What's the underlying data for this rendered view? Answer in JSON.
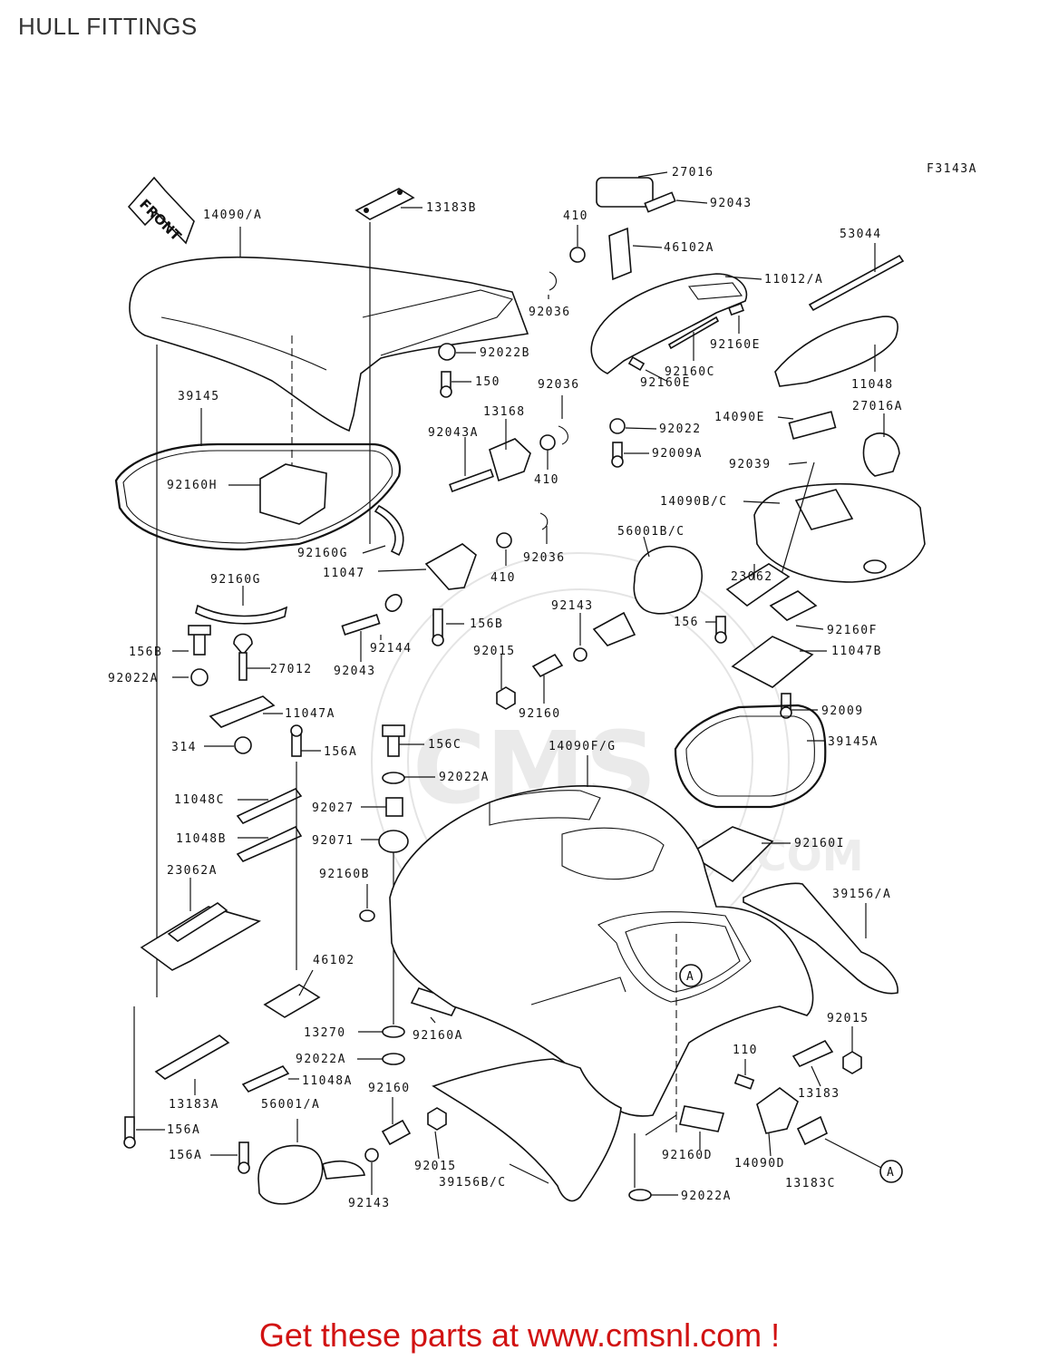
{
  "page": {
    "title": "HULL FITTINGS",
    "figure_code": "F3143A",
    "front_arrow_label": "FRONT",
    "footer_text": "Get these parts at www.cmsnl.com !",
    "colors": {
      "footer": "#d11212",
      "title": "#333333",
      "lines": "#111111"
    }
  },
  "parts": [
    {
      "id": "p-14090A",
      "label": "14090/A"
    },
    {
      "id": "p-13183B",
      "label": "13183B"
    },
    {
      "id": "p-27016",
      "label": "27016"
    },
    {
      "id": "p-92043-top",
      "label": "92043"
    },
    {
      "id": "p-410-top",
      "label": "410"
    },
    {
      "id": "p-46102A",
      "label": "46102A"
    },
    {
      "id": "p-53044",
      "label": "53044"
    },
    {
      "id": "p-11012A",
      "label": "11012/A"
    },
    {
      "id": "p-92036-a",
      "label": "92036"
    },
    {
      "id": "p-92022B",
      "label": "92022B"
    },
    {
      "id": "p-92160E-a",
      "label": "92160E"
    },
    {
      "id": "p-150",
      "label": "150"
    },
    {
      "id": "p-92160C",
      "label": "92160C"
    },
    {
      "id": "p-11048",
      "label": "11048"
    },
    {
      "id": "p-39145",
      "label": "39145"
    },
    {
      "id": "p-92036-b",
      "label": "92036"
    },
    {
      "id": "p-92160E-b",
      "label": "92160E"
    },
    {
      "id": "p-13168",
      "label": "13168"
    },
    {
      "id": "p-27016A",
      "label": "27016A"
    },
    {
      "id": "p-14090E",
      "label": "14090E"
    },
    {
      "id": "p-92043A",
      "label": "92043A"
    },
    {
      "id": "p-92022",
      "label": "92022"
    },
    {
      "id": "p-92009A",
      "label": "92009A"
    },
    {
      "id": "p-410-mid",
      "label": "410"
    },
    {
      "id": "p-92039",
      "label": "92039"
    },
    {
      "id": "p-92160H",
      "label": "92160H"
    },
    {
      "id": "p-14090BC",
      "label": "14090B/C"
    },
    {
      "id": "p-56001BC",
      "label": "56001B/C"
    },
    {
      "id": "p-92036-c",
      "label": "92036"
    },
    {
      "id": "p-92160G-a",
      "label": "92160G"
    },
    {
      "id": "p-23062",
      "label": "23062"
    },
    {
      "id": "p-410-low",
      "label": "410"
    },
    {
      "id": "p-11047",
      "label": "11047"
    },
    {
      "id": "p-92160G-b",
      "label": "92160G"
    },
    {
      "id": "p-92143-a",
      "label": "92143"
    },
    {
      "id": "p-92160F",
      "label": "92160F"
    },
    {
      "id": "p-156B-a",
      "label": "156B"
    },
    {
      "id": "p-156",
      "label": "156"
    },
    {
      "id": "p-156B-b",
      "label": "156B"
    },
    {
      "id": "p-92144",
      "label": "92144"
    },
    {
      "id": "p-92015-a",
      "label": "92015"
    },
    {
      "id": "p-11047B",
      "label": "11047B"
    },
    {
      "id": "p-92022A-a",
      "label": "92022A"
    },
    {
      "id": "p-27012",
      "label": "27012"
    },
    {
      "id": "p-92043-low",
      "label": "92043"
    },
    {
      "id": "p-92160",
      "label": "92160"
    },
    {
      "id": "p-92009",
      "label": "92009"
    },
    {
      "id": "p-11047A",
      "label": "11047A"
    },
    {
      "id": "p-314",
      "label": "314"
    },
    {
      "id": "p-156A-a",
      "label": "156A"
    },
    {
      "id": "p-14090FG",
      "label": "14090F/G"
    },
    {
      "id": "p-39145A",
      "label": "39145A"
    },
    {
      "id": "p-156C",
      "label": "156C"
    },
    {
      "id": "p-92022A-b",
      "label": "92022A"
    },
    {
      "id": "p-11048C",
      "label": "11048C"
    },
    {
      "id": "p-92027",
      "label": "92027"
    },
    {
      "id": "p-11048B",
      "label": "11048B"
    },
    {
      "id": "p-92071",
      "label": "92071"
    },
    {
      "id": "p-92160I",
      "label": "92160I"
    },
    {
      "id": "p-23062A",
      "label": "23062A"
    },
    {
      "id": "p-92160B",
      "label": "92160B"
    },
    {
      "id": "p-39156A",
      "label": "39156/A"
    },
    {
      "id": "p-46102",
      "label": "46102"
    },
    {
      "id": "p-13270",
      "label": "13270"
    },
    {
      "id": "p-92160A",
      "label": "92160A"
    },
    {
      "id": "p-92015-b",
      "label": "92015"
    },
    {
      "id": "p-110",
      "label": "110"
    },
    {
      "id": "p-92022A-c",
      "label": "92022A"
    },
    {
      "id": "p-11048A",
      "label": "11048A"
    },
    {
      "id": "p-13183",
      "label": "13183"
    },
    {
      "id": "p-92160-b",
      "label": "92160"
    },
    {
      "id": "p-13183A",
      "label": "13183A"
    },
    {
      "id": "p-56001A",
      "label": "56001/A"
    },
    {
      "id": "p-156A-b",
      "label": "156A"
    },
    {
      "id": "p-92015-c",
      "label": "92015"
    },
    {
      "id": "p-92160D",
      "label": "92160D"
    },
    {
      "id": "p-14090D",
      "label": "14090D"
    },
    {
      "id": "p-156A-c",
      "label": "156A"
    },
    {
      "id": "p-39156BC",
      "label": "39156B/C"
    },
    {
      "id": "p-13183C",
      "label": "13183C"
    },
    {
      "id": "p-92143-b",
      "label": "92143"
    },
    {
      "id": "p-92022A-d",
      "label": "92022A"
    }
  ],
  "markers": [
    {
      "id": "marker-a-1",
      "label": "A"
    },
    {
      "id": "marker-a-2",
      "label": "A"
    }
  ]
}
